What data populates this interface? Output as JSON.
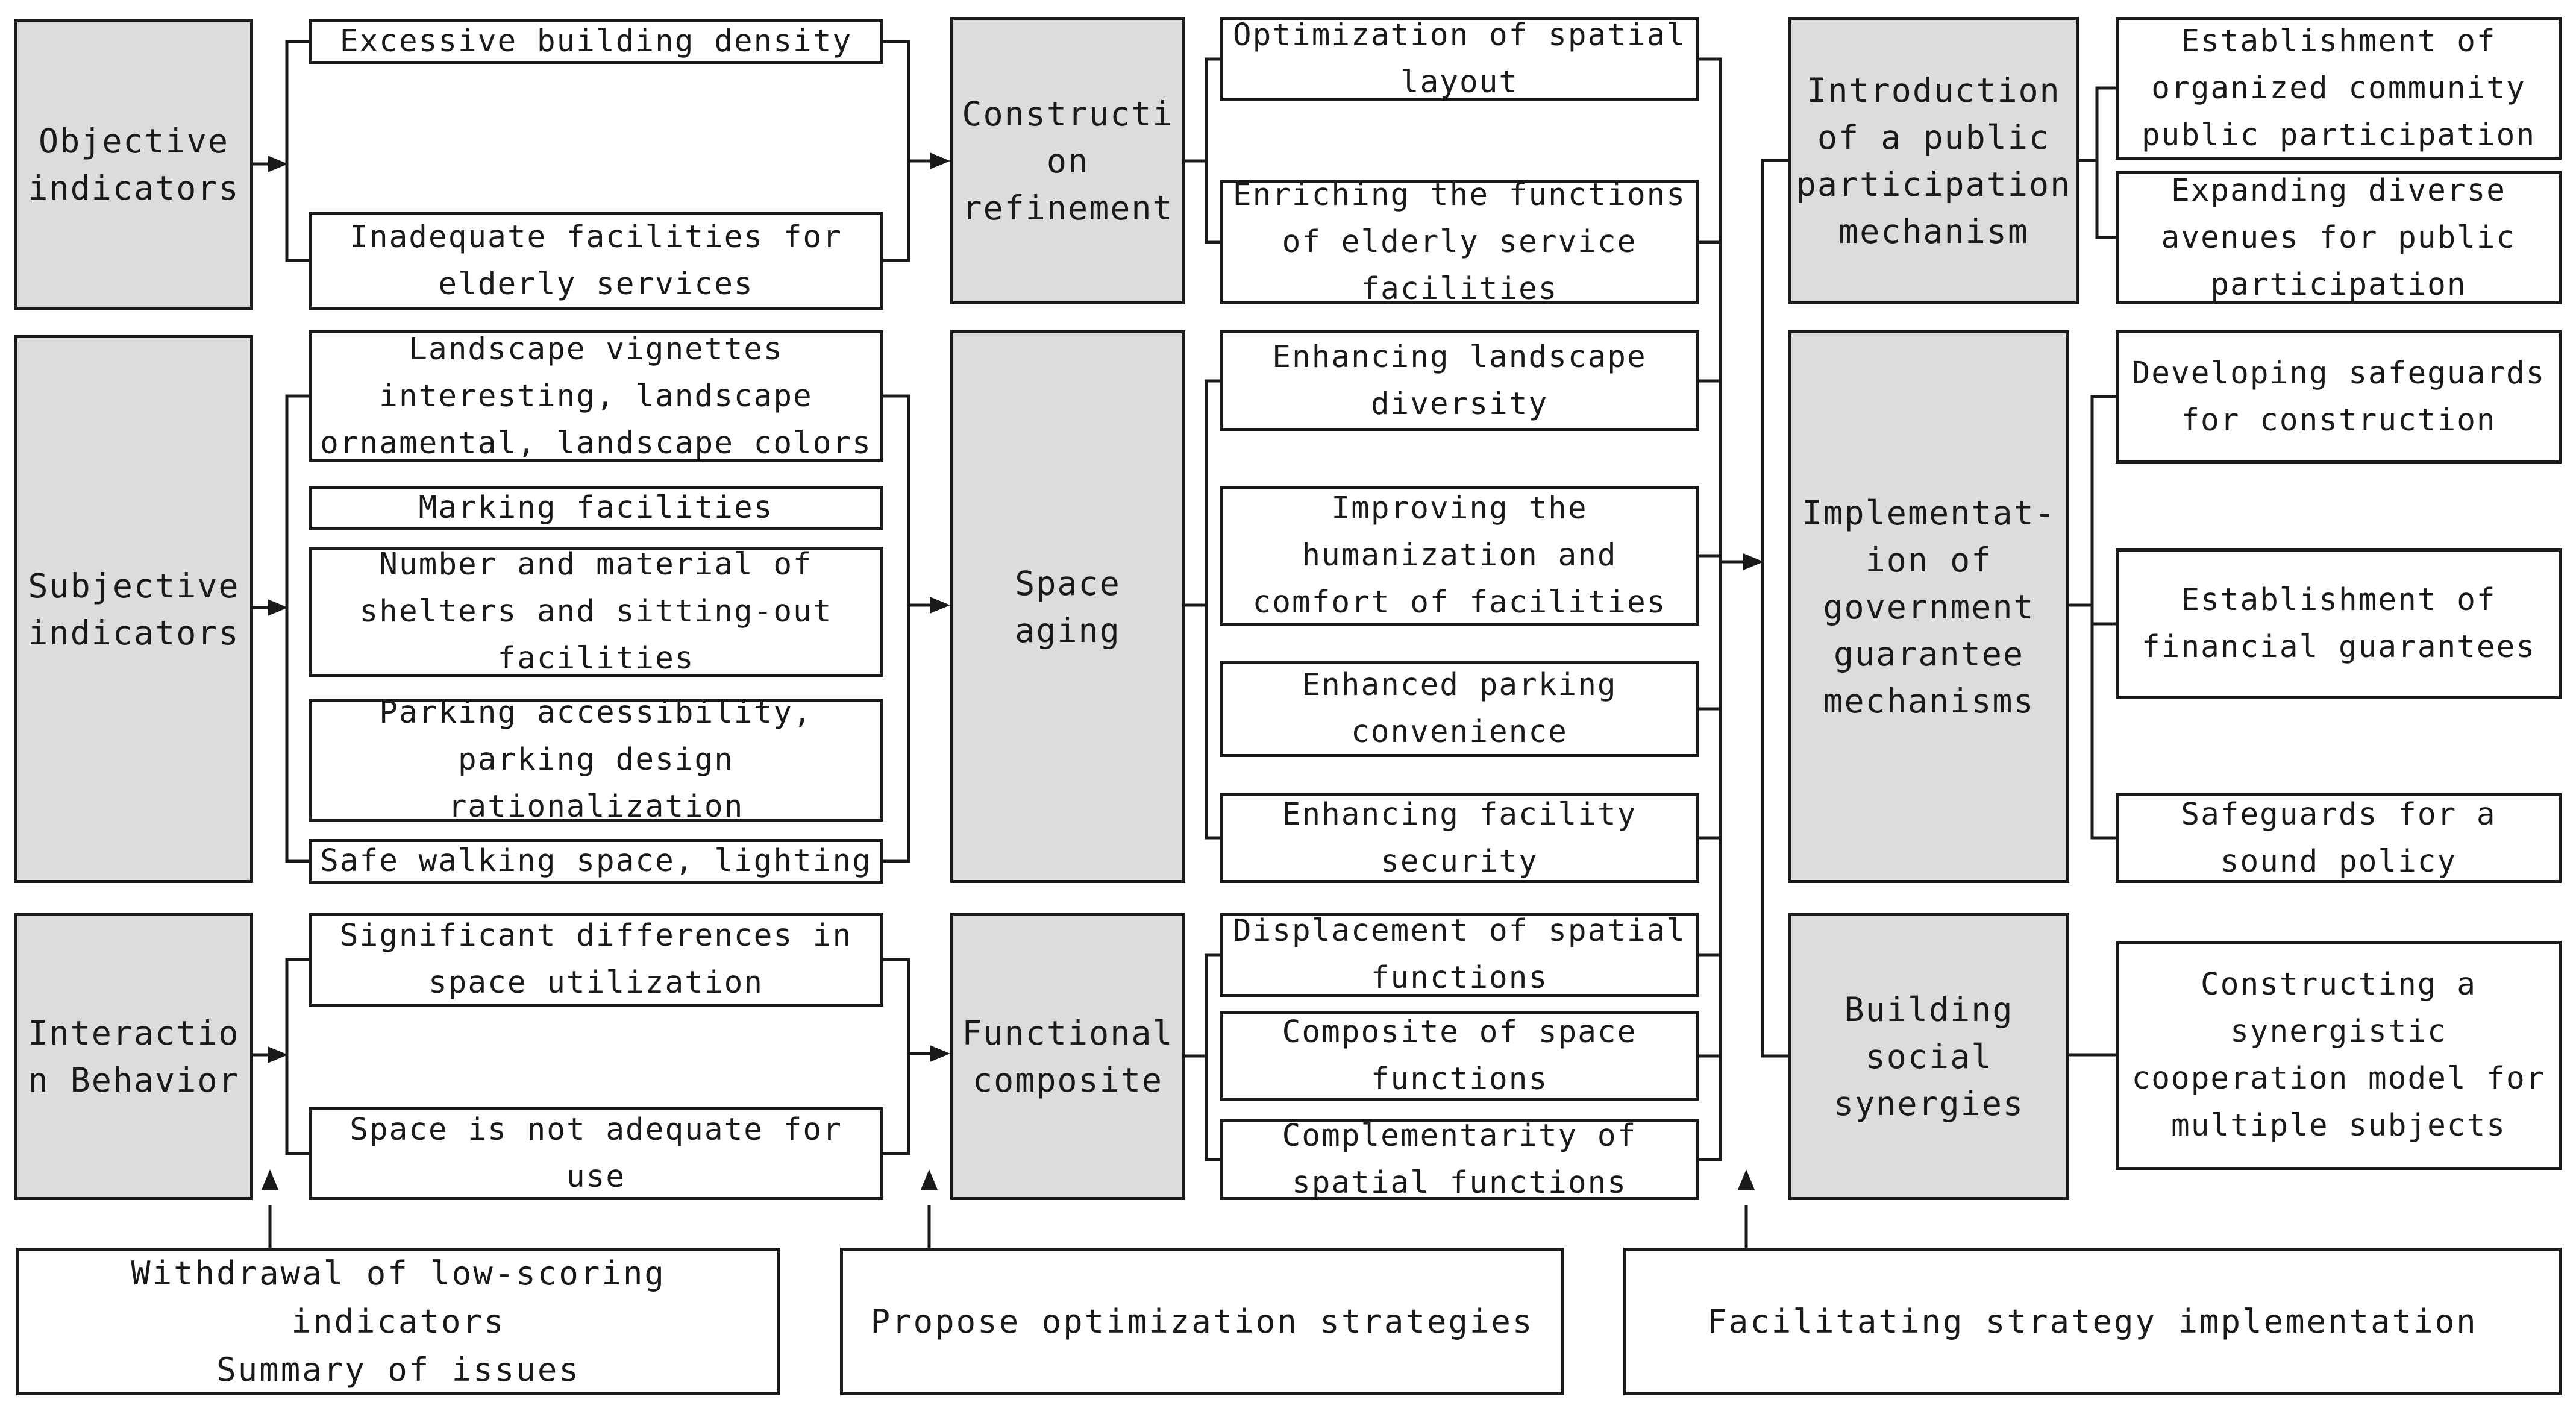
{
  "categories": [
    {
      "id": "objective",
      "label": "Objective\nindicators",
      "issues": [
        "Excessive building density",
        "Inadequate facilities for\nelderly services"
      ]
    },
    {
      "id": "subjective",
      "label": "Subjective\nindicators",
      "issues": [
        "Landscape vignettes\ninteresting, landscape\nornamental, landscape colors",
        "Marking facilities",
        "Number and material of\nshelters and sitting-out\nfacilities",
        "Parking accessibility,\nparking design\nrationalization",
        "Safe walking space, lighting"
      ]
    },
    {
      "id": "interaction",
      "label": "Interactio\nn Behavior",
      "issues": [
        "Significant differences in\nspace utilization",
        "Space is not adequate for\nuse"
      ]
    }
  ],
  "strategies": [
    {
      "id": "construction",
      "label": "Constructi\non\nrefinement",
      "measures": [
        "Optimization of spatial\nlayout",
        "Enriching the functions\nof elderly service\nfacilities"
      ]
    },
    {
      "id": "aging",
      "label": "Space\naging",
      "measures": [
        "Enhancing landscape\ndiversity",
        "Improving the\nhumanization and\ncomfort of facilities",
        "Enhanced parking\nconvenience",
        "Enhancing facility\nsecurity"
      ]
    },
    {
      "id": "functional",
      "label": "Functional\ncomposite",
      "measures": [
        "Displacement of spatial\nfunctions",
        "Composite of space\nfunctions",
        "Complementarity of\nspatial functions"
      ]
    }
  ],
  "mechanisms": [
    {
      "id": "public",
      "label": "Introduction\nof a public\nparticipation\nmechanism",
      "actions": [
        "Establishment of\norganized community\npublic participation",
        "Expanding diverse\navenues for public\nparticipation"
      ]
    },
    {
      "id": "government",
      "label": "Implementat-\nion of\ngovernment\nguarantee\nmechanisms",
      "actions": [
        "Developing safeguards\nfor construction",
        "Establishment of\nfinancial guarantees",
        "Safeguards for a\nsound policy"
      ]
    },
    {
      "id": "social",
      "label": "Building\nsocial\nsynergies",
      "actions": [
        "Constructing a\nsynergistic\ncooperation model for\nmultiple subjects"
      ]
    }
  ],
  "stages": [
    "Withdrawal of low-scoring indicators\nSummary of issues",
    "Propose optimization strategies",
    "Facilitating strategy implementation"
  ]
}
